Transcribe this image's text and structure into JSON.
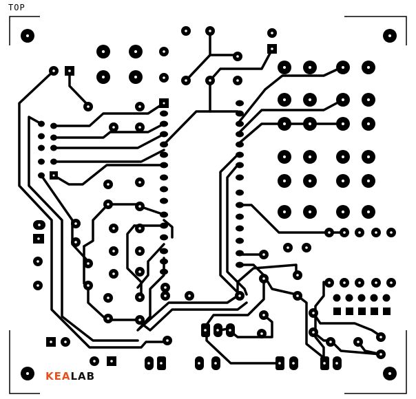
{
  "layer_label": "TOP",
  "logo": {
    "part1": "KEA",
    "part2": "LAB"
  },
  "colors": {
    "copper": "#000000",
    "background": "#ffffff",
    "logo_accent": "#e8511e",
    "logo_text": "#111111"
  }
}
